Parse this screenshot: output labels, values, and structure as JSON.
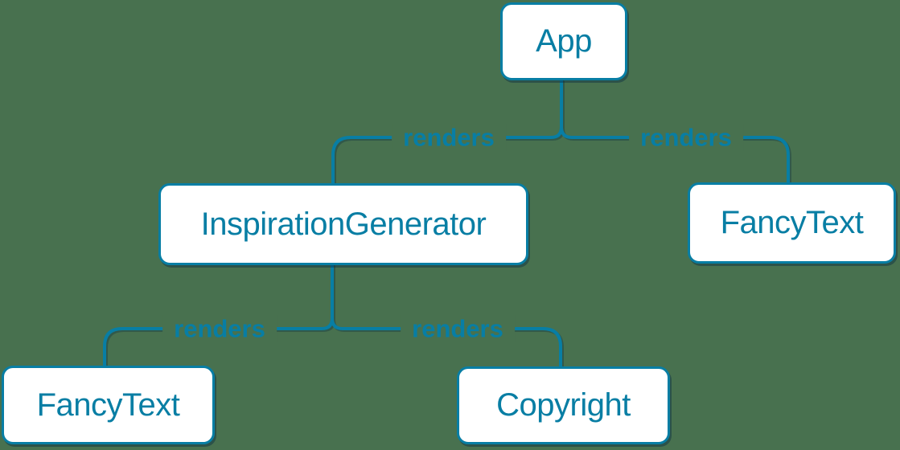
{
  "theme": {
    "bg": "#48714F",
    "accent": "#087ea4",
    "node_bg": "#ffffff",
    "shadow": "rgba(12, 45, 66, 0.45)"
  },
  "diagram": {
    "type": "component-render-tree",
    "nodes": [
      {
        "id": "app",
        "label": "App"
      },
      {
        "id": "inspiration-generator",
        "label": "InspirationGenerator"
      },
      {
        "id": "fancy-text-top-right",
        "label": "FancyText"
      },
      {
        "id": "fancy-text-bottom-left",
        "label": "FancyText"
      },
      {
        "id": "copyright",
        "label": "Copyright"
      }
    ],
    "edges": [
      {
        "from": "App",
        "to": "InspirationGenerator",
        "label": "renders"
      },
      {
        "from": "App",
        "to": "FancyText",
        "label": "renders"
      },
      {
        "from": "InspirationGenerator",
        "to": "FancyText",
        "label": "renders"
      },
      {
        "from": "InspirationGenerator",
        "to": "Copyright",
        "label": "renders"
      }
    ]
  }
}
